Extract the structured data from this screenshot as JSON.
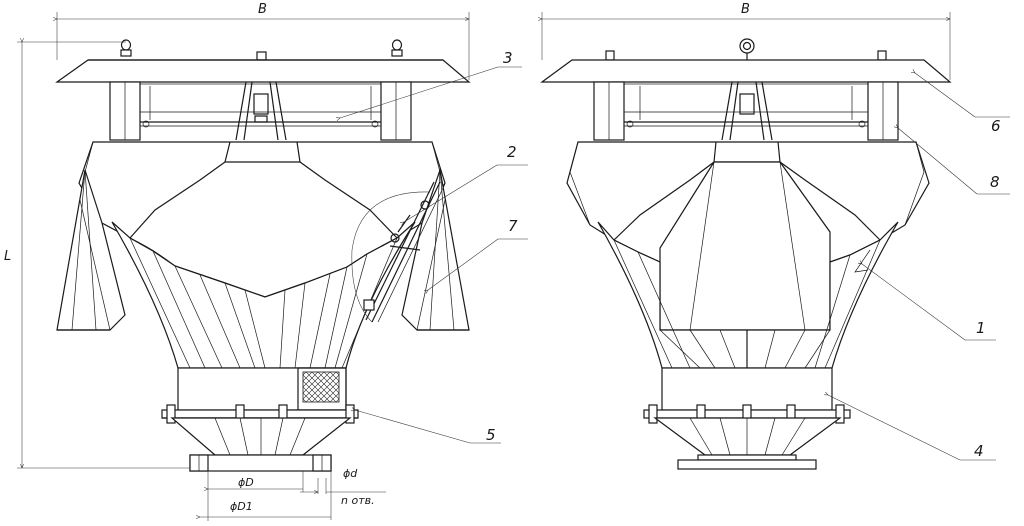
{
  "dimensions": {
    "left_width": "B",
    "right_width": "B",
    "height": "L",
    "inner_diameter": "ϕD",
    "outer_diameter": "ϕD1",
    "hole_diameter": "ϕd",
    "hole_count": "n отв."
  },
  "callouts": {
    "left_view": [
      "3",
      "2",
      "7",
      "5"
    ],
    "right_view": [
      "6",
      "8",
      "1",
      "4"
    ]
  }
}
